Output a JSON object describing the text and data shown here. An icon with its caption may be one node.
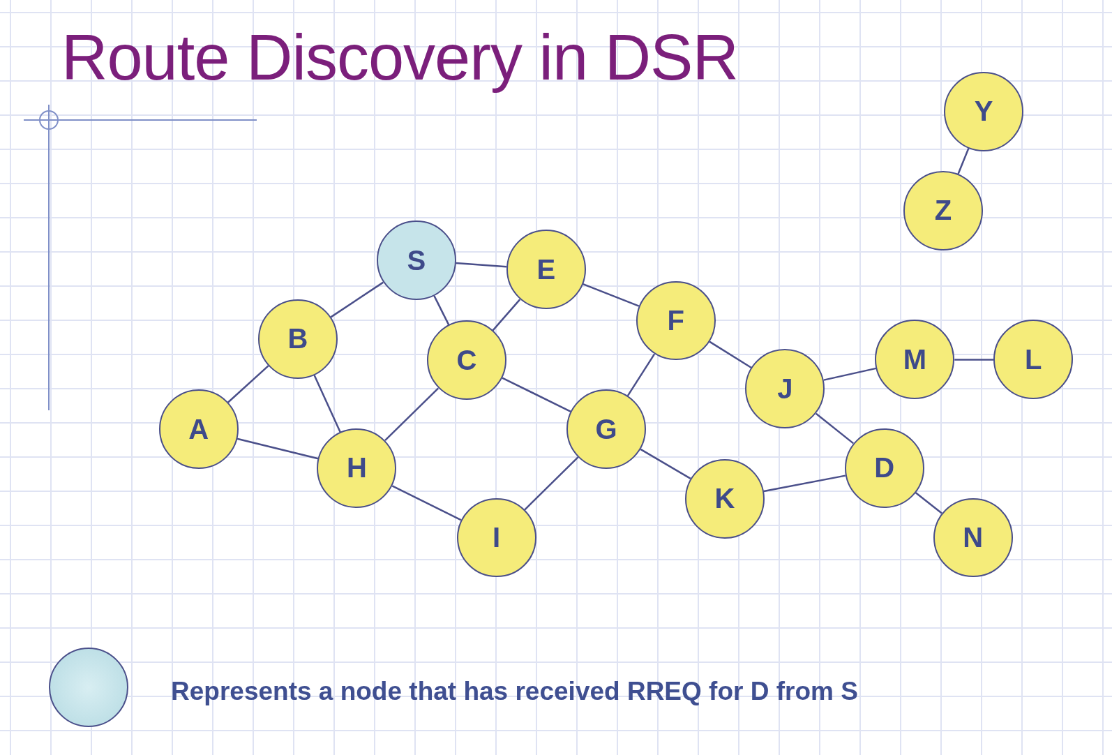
{
  "diagram": {
    "title": "Route Discovery in DSR",
    "nodes": [
      {
        "text": [
          "Y"
        ]
      },
      {
        "text": [
          "Z"
        ]
      },
      {
        "text": [
          "S"
        ]
      },
      {
        "text": [
          "E"
        ]
      },
      {
        "text": [
          "F"
        ]
      },
      {
        "text": [
          "B"
        ]
      },
      {
        "text": [
          "C"
        ]
      },
      {
        "text": [
          "M"
        ]
      },
      {
        "text": [
          "L"
        ]
      },
      {
        "text": [
          "J"
        ]
      },
      {
        "text": [
          "A"
        ]
      },
      {
        "text": [
          "G"
        ]
      },
      {
        "text": [
          "H"
        ]
      },
      {
        "text": [
          "D"
        ]
      },
      {
        "text": [
          "K"
        ]
      },
      {
        "text": [
          "I"
        ]
      },
      {
        "text": [
          "N"
        ]
      }
    ],
    "edges": [
      {
        "from": 0,
        "to": 1,
        "arrow": "none"
      },
      {
        "from": 2,
        "to": 3,
        "arrow": "none"
      },
      {
        "from": 2,
        "to": 5,
        "arrow": "none"
      },
      {
        "from": 2,
        "to": 6,
        "arrow": "none"
      },
      {
        "from": 3,
        "to": 6,
        "arrow": "none"
      },
      {
        "from": 3,
        "to": 4,
        "arrow": "none"
      },
      {
        "from": 4,
        "to": 9,
        "arrow": "none"
      },
      {
        "from": 4,
        "to": 11,
        "arrow": "none"
      },
      {
        "from": 5,
        "to": 10,
        "arrow": "none"
      },
      {
        "from": 5,
        "to": 12,
        "arrow": "none"
      },
      {
        "from": 6,
        "to": 12,
        "arrow": "none"
      },
      {
        "from": 6,
        "to": 11,
        "arrow": "none"
      },
      {
        "from": 9,
        "to": 7,
        "arrow": "none"
      },
      {
        "from": 7,
        "to": 8,
        "arrow": "none"
      },
      {
        "from": 9,
        "to": 13,
        "arrow": "none"
      },
      {
        "from": 10,
        "to": 12,
        "arrow": "none"
      },
      {
        "from": 11,
        "to": 14,
        "arrow": "none"
      },
      {
        "from": 11,
        "to": 15,
        "arrow": "none"
      },
      {
        "from": 12,
        "to": 15,
        "arrow": "none"
      },
      {
        "from": 14,
        "to": 13,
        "arrow": "none"
      },
      {
        "from": 13,
        "to": 16,
        "arrow": "none"
      }
    ],
    "legend": [
      {
        "text": "Represents a node that has received RREQ for D from S"
      }
    ]
  }
}
